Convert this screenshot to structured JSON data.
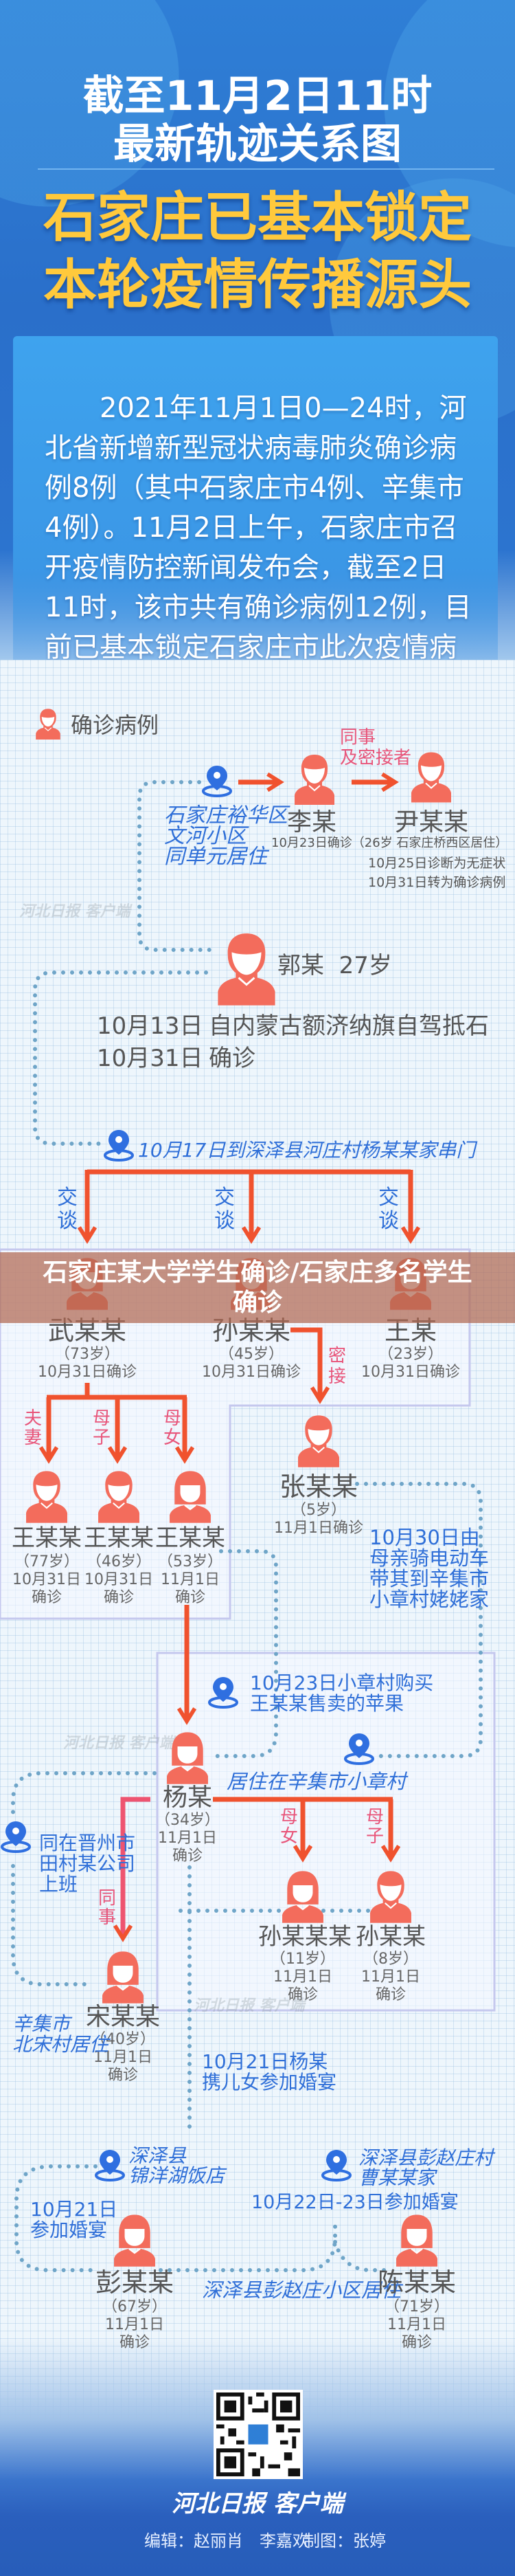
{
  "header": {
    "title_line1": "截至11月2日11时",
    "title_line2": "最新轨迹关系图",
    "headline_line1": "石家庄已基本锁定",
    "headline_line2": "本轮疫情传播源头"
  },
  "intro": "2021年11月1日0—24时，河北省新增新型冠状病毒肺炎确诊病例8例（其中石家庄市4例、辛集市4例）。11月2日上午，石家庄市召开疫情防控新闻发布会，截至2日11时，该市共有确诊病例12例，目前已基本锁定石家庄市此次疫情病毒传播源头。",
  "legend": {
    "label": "确诊病例"
  },
  "banner": "石家庄某大学学生确诊/石家庄多名学生确诊",
  "locations": {
    "yuhua": [
      "石家庄裕华区",
      "文河小区",
      "同单元居住"
    ],
    "visit": "10月17日到深泽县河庄村杨某某家串门",
    "apple": [
      "10月23日小章村购买",
      "王某某售卖的苹果"
    ],
    "xiaozhang": "居住在辛集市小章村",
    "jinzhou": [
      "同在晋州市",
      "田村某公司",
      "上班"
    ],
    "beisong": [
      "辛集市",
      "北宋村居住"
    ],
    "jinyang": [
      "深泽县",
      "锦洋湖饭店"
    ],
    "caohome": [
      "深泽县彭赵庄村",
      "曹某某家"
    ],
    "pengzhao": "深泽县彭赵庄小区居住"
  },
  "notes": {
    "zhang_trip": [
      "10月30日由",
      "母亲骑电动车",
      "带其到辛集市",
      "小章村姥姥家"
    ],
    "yang_wedding": [
      "10月21日杨某",
      "携儿女参加婚宴"
    ],
    "peng_wedding": [
      "10月21日",
      "参加婚宴"
    ],
    "chen_wedding": "10月22日-23日参加婚宴"
  },
  "relations": {
    "colleague_close": [
      "同事",
      "及密接者"
    ],
    "talk": "交谈",
    "close_contact": "密接",
    "spouse": "夫妻",
    "mother_son": "母子",
    "mother_daughter": "母女",
    "colleague": "同事"
  },
  "guo": {
    "name_age": "郭某  27岁",
    "events": [
      {
        "date": "10月13日",
        "text": "自内蒙古额济纳旗自驾抵石"
      },
      {
        "date": "10月31日",
        "text": "确诊"
      }
    ]
  },
  "li": {
    "name": "李某",
    "info": "10月23日确诊（26岁  石家庄桥西区居住）"
  },
  "yin": {
    "name": "尹某某",
    "info": [
      "10月25日诊断为无症状",
      "10月31日转为确诊病例"
    ]
  },
  "cases": [
    {
      "name": "武某某",
      "age": "（73岁）",
      "date": "10月31日确诊"
    },
    {
      "name": "孙某某",
      "age": "（45岁）",
      "date": "10月31日确诊"
    },
    {
      "name": "王某",
      "age": "（23岁）",
      "date": "10月31日确诊"
    },
    {
      "name": "张某某",
      "age": "（5岁）",
      "date": "11月1日确诊"
    },
    {
      "name": "王某某",
      "age": "（77岁）",
      "date": "10月31日",
      "status": "确诊"
    },
    {
      "name": "王某某",
      "age": "（46岁）",
      "date": "10月31日",
      "status": "确诊"
    },
    {
      "name": "王某某",
      "age": "（53岁）",
      "date": "11月1日",
      "status": "确诊"
    },
    {
      "name": "杨某",
      "age": "（34岁）",
      "date": "11月1日",
      "status": "确诊"
    },
    {
      "name": "孙某某某",
      "age": "（11岁）",
      "date": "11月1日",
      "status": "确诊"
    },
    {
      "name": "孙某某",
      "age": "（8岁）",
      "date": "11月1日",
      "status": "确诊"
    },
    {
      "name": "宋某某",
      "age": "（40岁）",
      "date": "11月1日",
      "status": "确诊"
    },
    {
      "name": "彭某某",
      "age": "（67岁）",
      "date": "11月1日",
      "status": "确诊"
    },
    {
      "name": "陈某某",
      "age": "（71岁）",
      "date": "11月1日",
      "status": "确诊"
    }
  ],
  "footer": {
    "brand": "河北日报 客户端",
    "editors": "编辑：赵丽肖　李嘉欢",
    "designer": "制图：张婷"
  },
  "watermark": "河北日报 客户端",
  "colors": {
    "person": "#f36c5c",
    "line": "#f0522e",
    "pink": "#e8557a",
    "blue_text": "#2f6fd8",
    "header": "#2f7fd6",
    "headline": "#ffc93c"
  }
}
